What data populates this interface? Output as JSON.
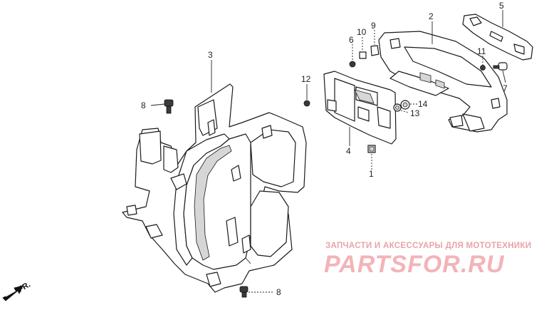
{
  "callouts": {
    "c1": "1",
    "c2": "2",
    "c3": "3",
    "c4": "4",
    "c5": "5",
    "c6": "6",
    "c7": "7",
    "c8_top": "8",
    "c8_bottom": "8",
    "c9": "9",
    "c10": "10",
    "c11": "11",
    "c12": "12",
    "c13": "13",
    "c14": "14"
  },
  "direction": {
    "label": "FR."
  },
  "watermark": {
    "tagline": "ЗАПЧАСТИ И АКСЕССУАРЫ ДЛЯ МОТОТЕХНИКИ",
    "logo": "PARTSFOR.RU"
  },
  "colors": {
    "line": "#1a1a1a",
    "watermark": "#f2b4b8"
  }
}
